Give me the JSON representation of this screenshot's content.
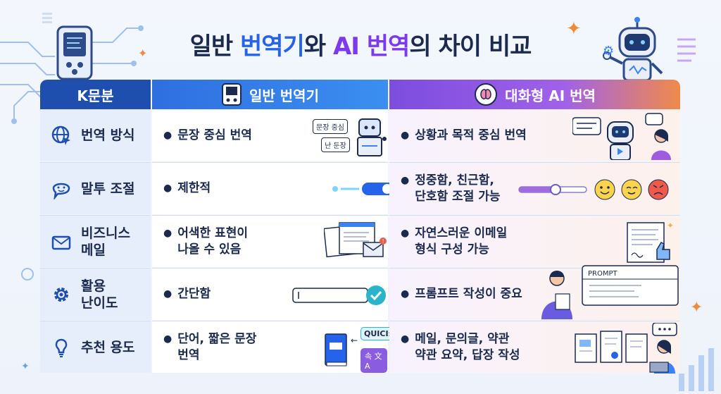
{
  "title": {
    "part1": "일반 ",
    "part2": "번역기",
    "part3": "와 ",
    "part4": "AI 번역",
    "part5": "의 차이 비교"
  },
  "header": {
    "col1": "K문분",
    "col2": "일반 번역기",
    "col3": "대화형 AI 번역"
  },
  "rows": [
    {
      "label": "번역 방식",
      "icon": "globe-cursor-icon",
      "general": "문장 중심 번역",
      "ai": "상황과 목적 중심 번역"
    },
    {
      "label": "말투 조절",
      "icon": "smile-bubble-icon",
      "general": "제한적",
      "ai_line1": "정중함, 친근함,",
      "ai_line2": "단호함 조절 가능"
    },
    {
      "label_line1": "비즈니스",
      "label_line2": "메일",
      "icon": "envelope-icon",
      "general_line1": "어색한 표현이",
      "general_line2": "나올 수 있음",
      "ai_line1": "자연스러운 이메일",
      "ai_line2": "형식 구성 가능"
    },
    {
      "label_line1": "활용",
      "label_line2": "난이도",
      "icon": "gear-icon",
      "general": "간단함",
      "ai": "프롬프트 작성이 중요"
    },
    {
      "label": "추천 용도",
      "icon": "lightbulb-icon",
      "general_line1": "단어, 짧은 문장",
      "general_line2": "번역",
      "ai_line1": "메일, 문의글, 약관",
      "ai_line2": "약관 요약, 답장 작성"
    }
  ],
  "illustrations": {
    "bubble1": "문장 중심",
    "bubble2": "난 둔장",
    "quick": "QUICI:k",
    "translate_glyph": "속 文A",
    "prompt": "PROMPT"
  },
  "colors": {
    "blue": "#2563eb",
    "purple": "#7c3aed",
    "navy": "#1b2a4e"
  }
}
